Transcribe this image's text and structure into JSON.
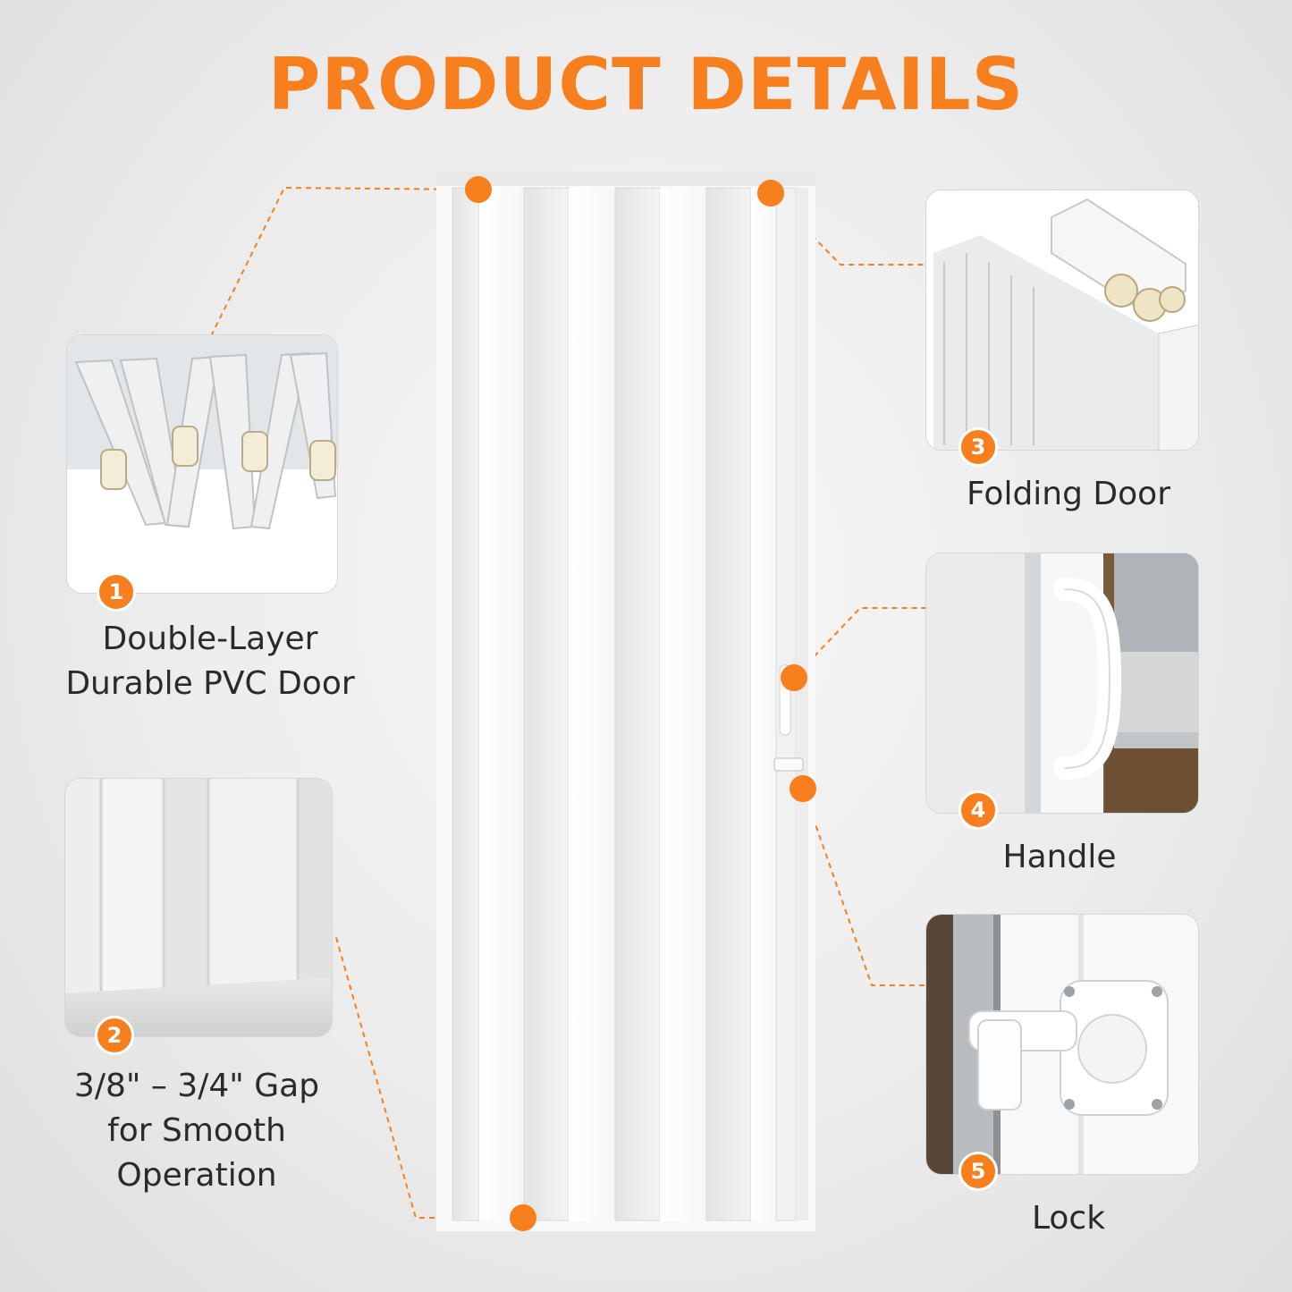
{
  "title": "PRODUCT DETAILS",
  "accent_color": "#f77f1e",
  "features": [
    {
      "number": "1",
      "label_lines": [
        "Double-Layer",
        "Durable PVC Door"
      ]
    },
    {
      "number": "2",
      "label_lines": [
        "3/8\" – 3/4\" Gap",
        "for Smooth",
        "Operation"
      ]
    },
    {
      "number": "3",
      "label_lines": [
        "Folding Door"
      ]
    },
    {
      "number": "4",
      "label_lines": [
        "Handle"
      ]
    },
    {
      "number": "5",
      "label_lines": [
        "Lock"
      ]
    }
  ]
}
